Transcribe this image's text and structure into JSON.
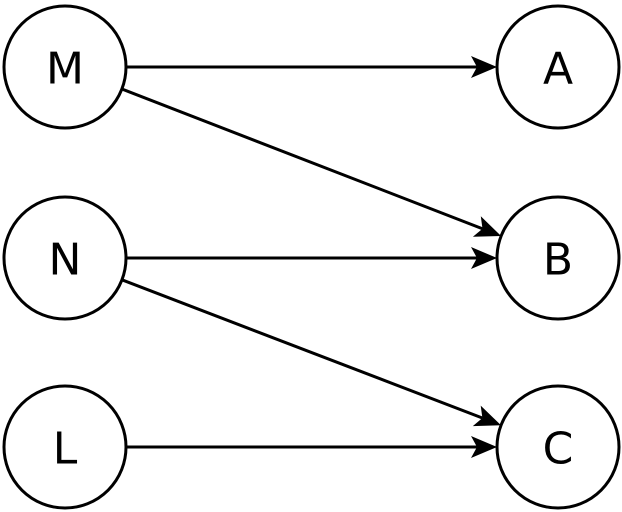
{
  "nodes": [
    {
      "id": "M",
      "label": "M"
    },
    {
      "id": "N",
      "label": "N"
    },
    {
      "id": "L",
      "label": "L"
    },
    {
      "id": "A",
      "label": "A"
    },
    {
      "id": "B",
      "label": "B"
    },
    {
      "id": "C",
      "label": "C"
    }
  ],
  "edges": [
    {
      "from": "M",
      "to": "A"
    },
    {
      "from": "M",
      "to": "B"
    },
    {
      "from": "N",
      "to": "B"
    },
    {
      "from": "N",
      "to": "C"
    },
    {
      "from": "L",
      "to": "C"
    }
  ],
  "colors": {
    "stroke": "#000000",
    "fill": "#ffffff"
  }
}
